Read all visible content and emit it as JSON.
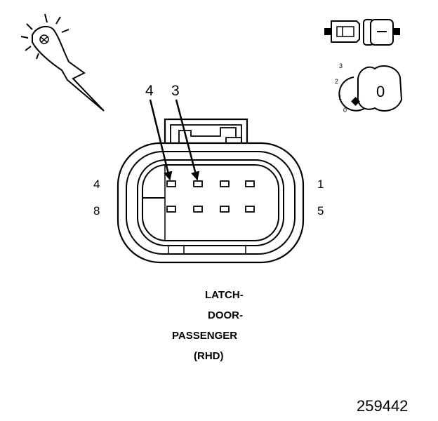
{
  "connector": {
    "pin_labels": {
      "top_left": "4",
      "top_right": "1",
      "bottom_left": "8",
      "bottom_right": "5"
    },
    "callouts": [
      "4",
      "3"
    ]
  },
  "key_icon": {
    "positions": [
      "3",
      "2",
      "1",
      "0"
    ],
    "key_label": "0"
  },
  "caption_lines": [
    "LATCH-",
    "DOOR-",
    "PASSENGER",
    "(RHD)"
  ],
  "figure_number": "259442"
}
